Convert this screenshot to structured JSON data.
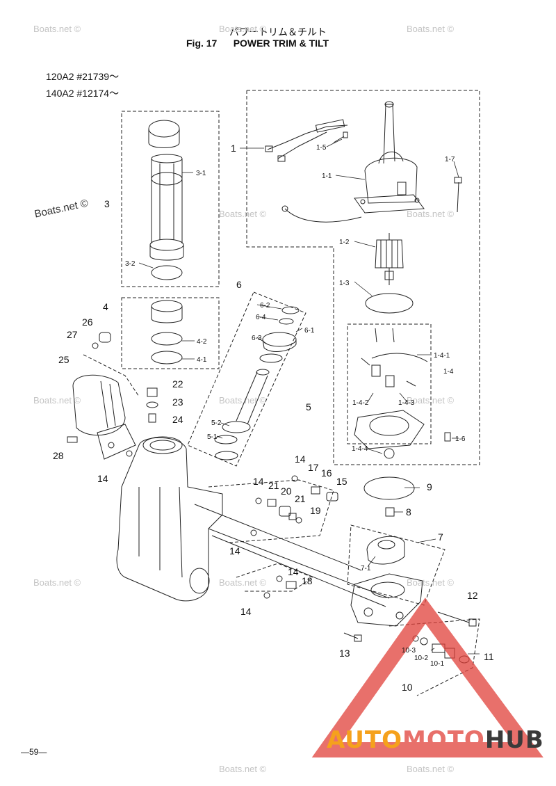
{
  "header": {
    "title_jp": "パワートリム＆チルト",
    "fig_label": "Fig. 17",
    "title_en": "POWER TRIM & TILT"
  },
  "serials": [
    "120A2 #21739～",
    "140A2 #12174～"
  ],
  "watermark": {
    "text": "Boats.net ©"
  },
  "page_number": "—59—",
  "logo": {
    "part1": "AUTO",
    "part2": "MOTO",
    "part3": "HUB",
    "colors": {
      "auto": "#f5a11c",
      "moto": "#e8706a",
      "hub": "#3a3a3a",
      "triangle": "#e0403a"
    }
  },
  "callouts": {
    "c1": "1",
    "c1_1": "1-1",
    "c1_2": "1-2",
    "c1_3": "1-3",
    "c1_4": "1-4",
    "c1_4_1": "1-4-1",
    "c1_4_2": "1-4-2",
    "c1_4_3": "1-4-3",
    "c1_4_4": "1-4-4",
    "c1_5": "1-5",
    "c1_6": "1-6",
    "c1_7": "1-7",
    "c3": "3",
    "c3_1": "3-1",
    "c3_2": "3-2",
    "c4": "4",
    "c4_1": "4-1",
    "c4_2": "4-2",
    "c5": "5",
    "c5_1": "5-1",
    "c5_2": "5-2",
    "c6": "6",
    "c6_1": "6-1",
    "c6_2": "6-2",
    "c6_3": "6-3",
    "c6_4": "6-4",
    "c7": "7",
    "c7_1": "7-1",
    "c8": "8",
    "c9": "9",
    "c10": "10",
    "c10_1": "10-1",
    "c10_2": "10-2",
    "c10_3": "10-3",
    "c11": "11",
    "c12": "12",
    "c13": "13",
    "c14": "14",
    "c15": "15",
    "c16": "16",
    "c17": "17",
    "c18": "18",
    "c19": "19",
    "c20": "20",
    "c21": "21",
    "c22": "22",
    "c23": "23",
    "c24": "24",
    "c25": "25",
    "c26": "26",
    "c27": "27",
    "c28": "28"
  }
}
